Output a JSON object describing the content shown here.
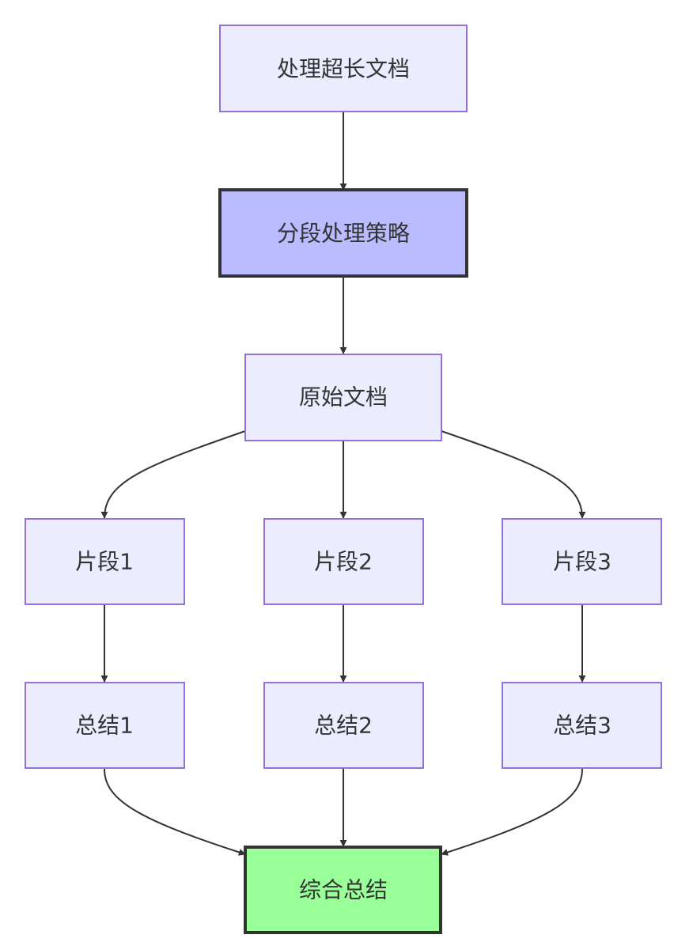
{
  "diagram": {
    "nodes": {
      "long_doc": "处理超长文档",
      "strategy": "分段处理策略",
      "original_doc": "原始文档",
      "segment_1": "片段1",
      "segment_2": "片段2",
      "segment_3": "片段3",
      "summary_1": "总结1",
      "summary_2": "总结2",
      "summary_3": "总结3",
      "final_summary": "综合总结"
    },
    "colors": {
      "default_fill": "#ececff",
      "default_stroke": "#9370db",
      "strategy_fill": "#bbbbff",
      "final_fill": "#99ff99",
      "emphasis_stroke": "#333333",
      "edge": "#333333"
    }
  }
}
